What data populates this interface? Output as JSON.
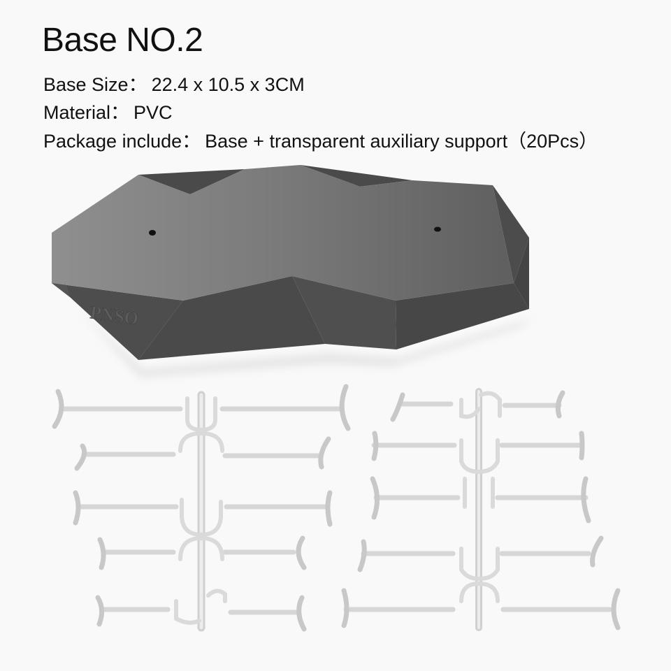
{
  "title": "Base NO.2",
  "specs": {
    "size": {
      "label": "Base Size",
      "separator": "：",
      "value": "22.4 x 10.5 x 3CM"
    },
    "material": {
      "label": "Material",
      "separator": "：",
      "value": "PVC"
    },
    "package": {
      "label": "Package include",
      "separator": "：",
      "value": "Base + transparent auxiliary support（20Pcs）"
    }
  },
  "product": {
    "brand_emboss": "PNSO",
    "base_color": "#5a5a5a",
    "support_count": 20
  }
}
